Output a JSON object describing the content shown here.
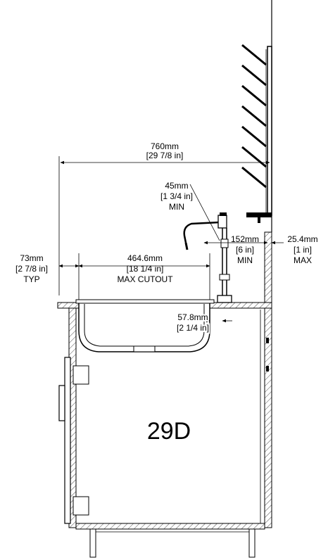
{
  "diagram": {
    "cabinet_label": "29D",
    "dims": {
      "overall": {
        "mm": "760mm",
        "in": "[29 7/8 in]"
      },
      "faucet_offset": {
        "mm": "45mm",
        "in": "[1 3/4 in]",
        "note": "MIN"
      },
      "back_clear": {
        "mm": "152mm",
        "in": "[6 in]",
        "note": "MIN"
      },
      "wall_gap": {
        "mm": "25.4mm",
        "in": "[1 in]",
        "note": "MAX"
      },
      "front_setback": {
        "mm": "73mm",
        "in": "[2 7/8 in]",
        "note": "TYP"
      },
      "cutout": {
        "mm": "464.6mm",
        "in": "[18 1/4 in]",
        "note": "MAX CUTOUT"
      },
      "sink_to_faucet": {
        "mm": "57.8mm",
        "in": "[2 1/4 in]"
      }
    }
  }
}
